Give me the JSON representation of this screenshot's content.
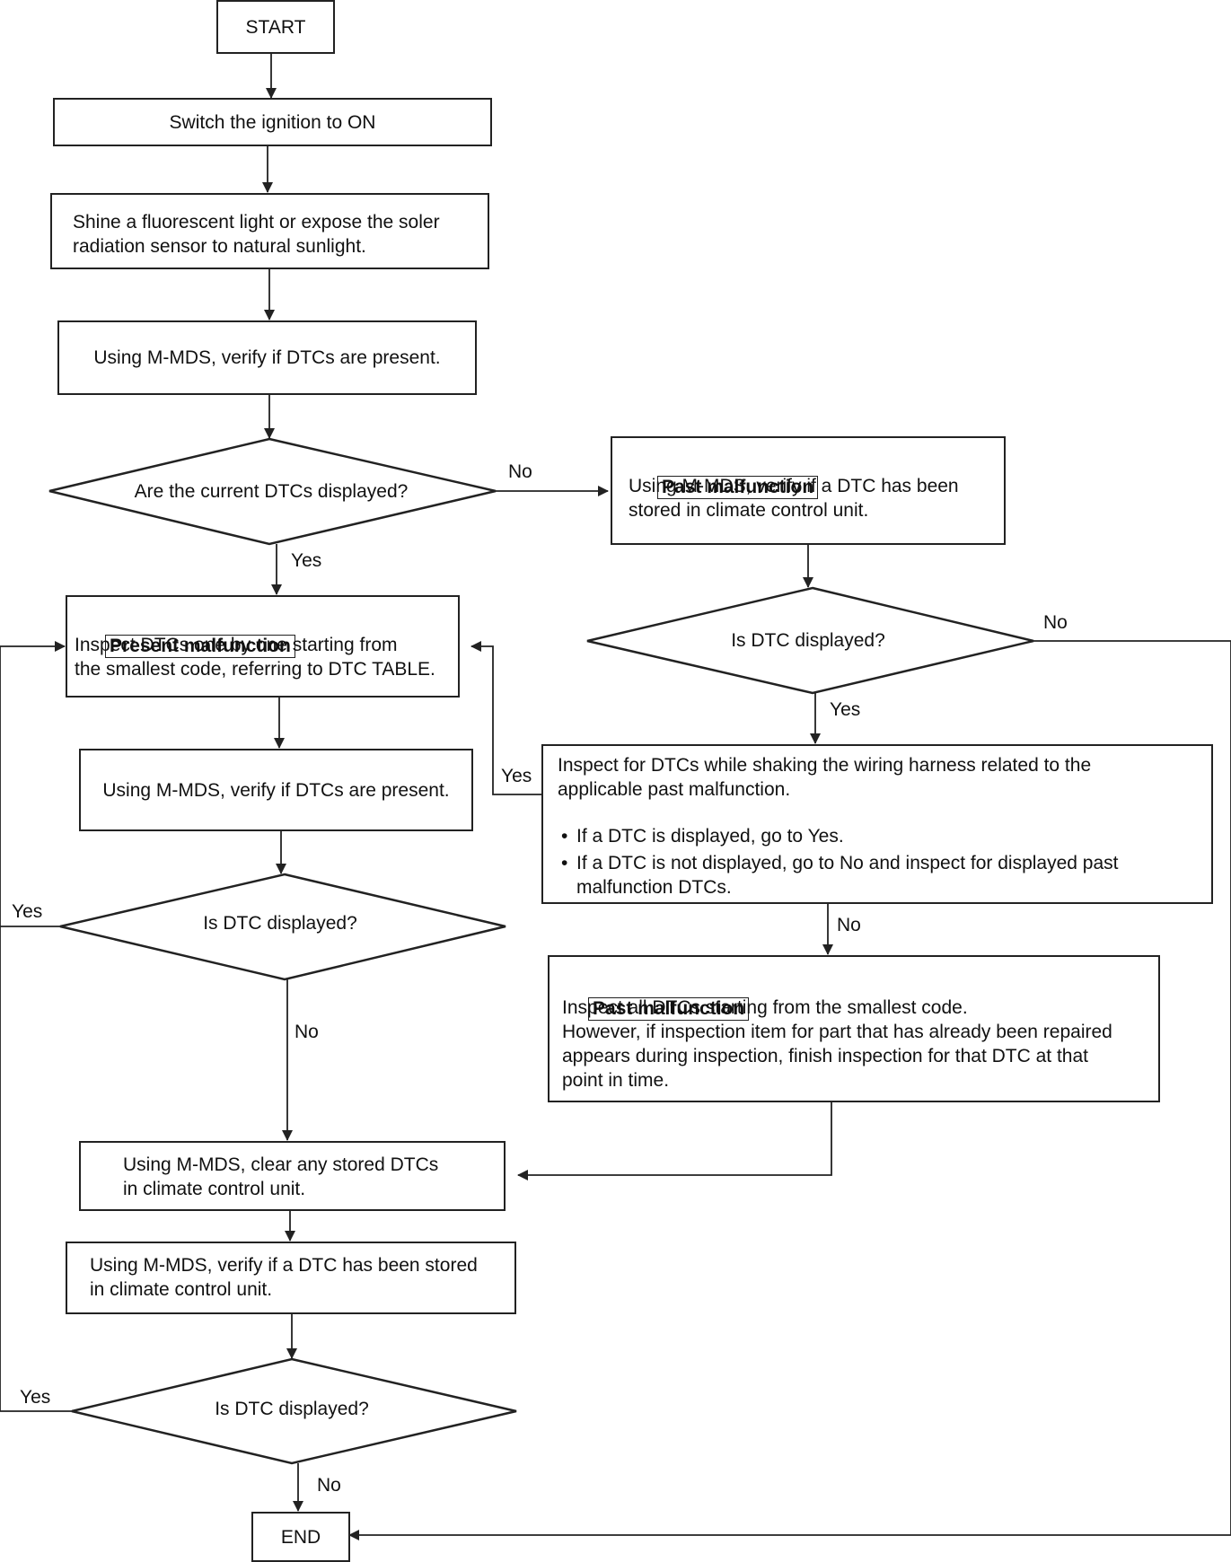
{
  "nodes": {
    "start": "START",
    "ignition": "Switch the ignition to ON",
    "shine": "Shine a fluorescent light or expose the soler\nradiation sensor to natural sunlight.",
    "verify1": "Using M-MDS, verify if DTCs are present.",
    "dec_current": "Are the current DTCs displayed?",
    "past1_tag": "Past malfunction",
    "past1_text": "Using M-MDS, verify if a DTC has been\nstored in climate control unit.",
    "dec_past1": "Is DTC displayed?",
    "present_tag": "Present malfunction",
    "present_text": "Inspect DTCs one by one starting from\nthe smallest code, referring to DTC TABLE.",
    "verify2": "Using M-MDS, verify if DTCs are present.",
    "shake_text": "Inspect for DTCs while shaking the wiring harness related to the\napplicable past malfunction.",
    "shake_b1": "If a DTC is displayed, go to Yes.",
    "shake_b2": "If a DTC is not displayed, go to No and inspect for displayed past\nmalfunction DTCs.",
    "dec_present": "Is DTC displayed?",
    "past2_tag": "Past malfunction",
    "past2_text": "Inspect all DTCs starting from the smallest code.\nHowever, if inspection item for part that has already been repaired\nappears during inspection, finish inspection for that DTC at that\npoint in time.",
    "clear": "Using M-MDS, clear any stored DTCs\nin climate control unit.",
    "verify3": "Using M-MDS, verify if a DTC has been stored\nin climate control unit.",
    "dec_final": "Is DTC displayed?",
    "end": "END",
    "bullet": "•"
  },
  "labels": {
    "yes": "Yes",
    "no": "No"
  }
}
